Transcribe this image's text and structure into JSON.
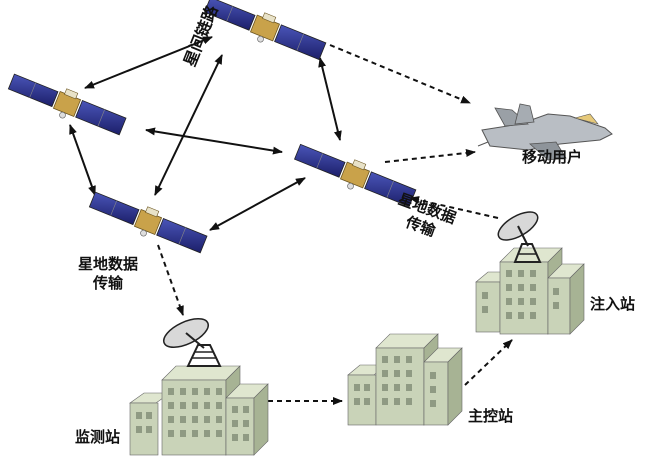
{
  "labels": {
    "isl": "星间链路",
    "mobile_user": "移动用户",
    "sgd_left_1": "星地数据",
    "sgd_left_2": "传输",
    "sgd_right_1": "星地数据",
    "sgd_right_2": "传输",
    "monitor_station": "监测站",
    "master_station": "主控站",
    "injection_station": "注入站"
  },
  "colors": {
    "solar_panel": "#2a2f86",
    "satellite_body": "#c9a24a",
    "building": "#c9d3b8",
    "building_side": "#a7b394",
    "window": "#8f9a83",
    "arrow": "#111111"
  }
}
